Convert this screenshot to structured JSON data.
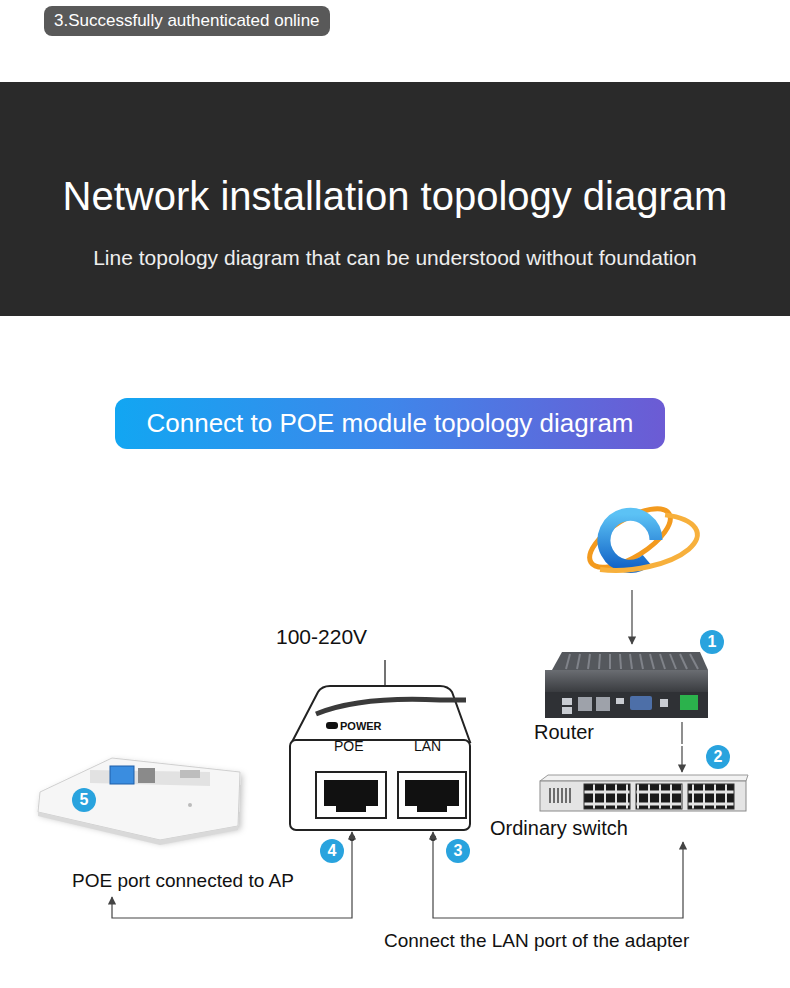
{
  "diagram": {
    "nodes": [
      {
        "text": [
          "3.Successfully authenticated online"
        ]
      },
      {
        "text": [
          "Network installation topology diagram",
          "Line topology diagram that can be understood without foundation"
        ]
      },
      {
        "text": [
          "Connect to POE module topology diagram"
        ]
      },
      {
        "text": [
          "Router"
        ]
      },
      {
        "text": [
          "Ordinary switch"
        ]
      },
      {
        "text": [
          "POWER",
          "POE",
          "LAN"
        ]
      },
      {
        "text": [
          "POE port connected to AP"
        ]
      }
    ],
    "edges": [
      {
        "from": 3,
        "to": 4,
        "arrow": "to"
      },
      {
        "from": 5,
        "to": 6,
        "arrow": "both"
      },
      {
        "from": 5,
        "to": 4,
        "label": "Connect the LAN port of the adapter",
        "arrow": "both"
      }
    ],
    "labels": [
      "1",
      "100-220V",
      "2",
      "5",
      "4",
      "3"
    ]
  }
}
